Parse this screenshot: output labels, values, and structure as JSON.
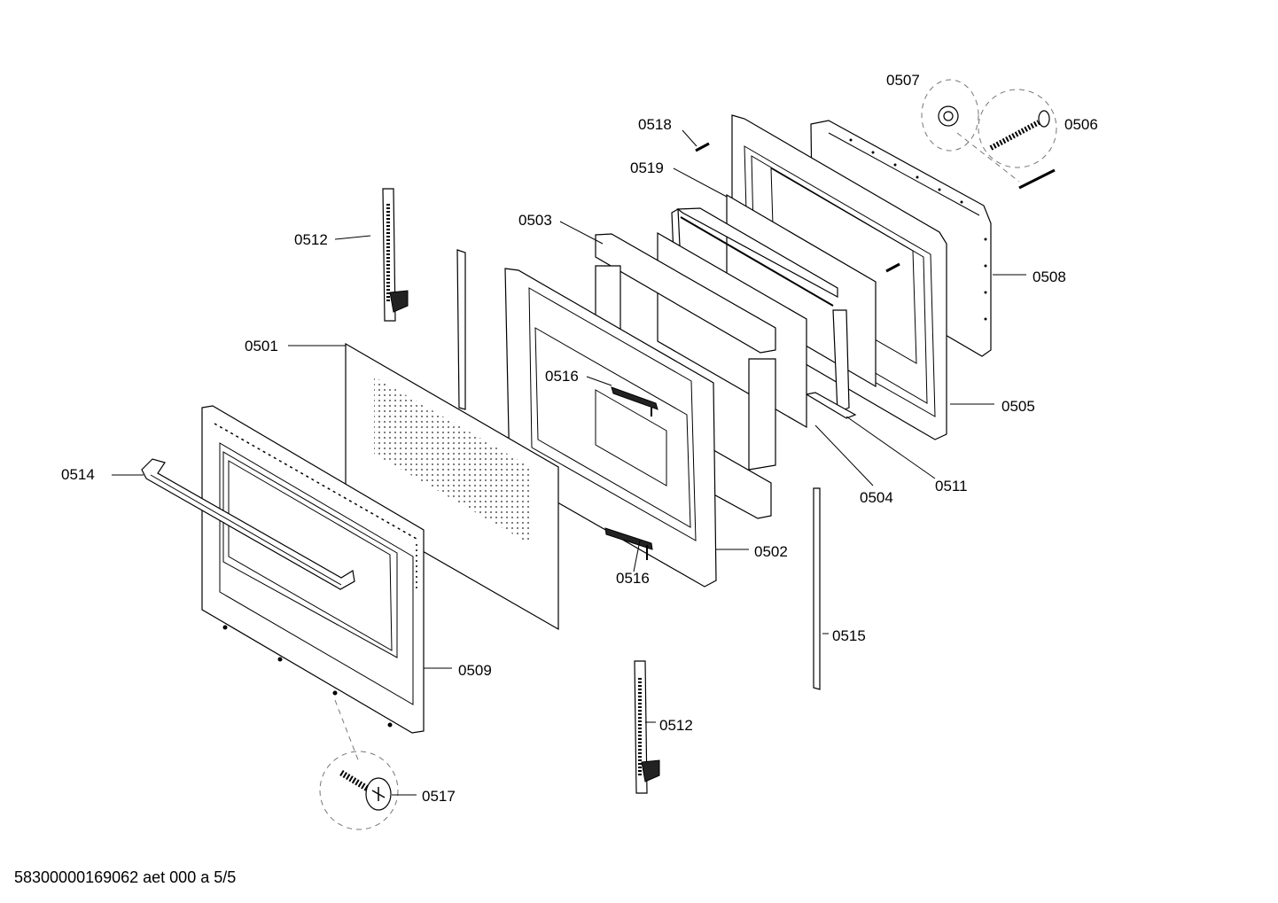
{
  "labels": {
    "p0501": "0501",
    "p0502": "0502",
    "p0503": "0503",
    "p0504": "0504",
    "p0505": "0505",
    "p0506": "0506",
    "p0507": "0507",
    "p0508": "0508",
    "p0509": "0509",
    "p0511": "0511",
    "p0512a": "0512",
    "p0512b": "0512",
    "p0514": "0514",
    "p0515": "0515",
    "p0516a": "0516",
    "p0516b": "0516",
    "p0517": "0517",
    "p0518": "0518",
    "p0519": "0519"
  },
  "footer": "58300000169062 aet 000 a 5/5"
}
